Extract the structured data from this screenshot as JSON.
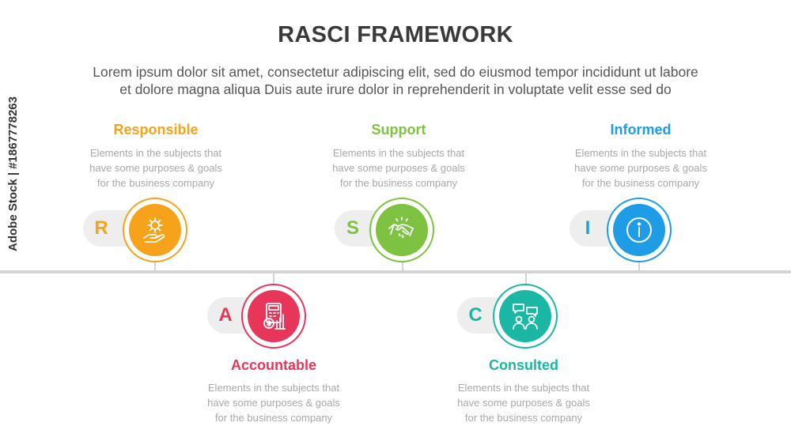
{
  "title": "RASCI FRAMEWORK",
  "subtitle_line1": "Lorem ipsum dolor sit amet, consectetur adipiscing elit, sed do eiusmod tempor incididunt ut labore",
  "subtitle_line2": "et dolore magna aliqua Duis aute irure dolor in reprehenderit in voluptate velit esse sed do",
  "watermark": "Adobe Stock | #1867778263",
  "items": [
    {
      "letter": "R",
      "title": "Responsible",
      "desc": [
        "Elements in the subjects that",
        "have  some purposes & goals",
        "for the  business company"
      ],
      "color": "#f7a21b",
      "icon": "gear-hand-icon"
    },
    {
      "letter": "A",
      "title": "Accountable",
      "desc": [
        "Elements in the subjects that",
        "have  some purposes & goals",
        "for the  business company"
      ],
      "color": "#e8365a",
      "icon": "calculator-money-icon"
    },
    {
      "letter": "S",
      "title": "Support",
      "desc": [
        "Elements in the subjects that",
        "have  some purposes & goals",
        "for the  business company"
      ],
      "color": "#7dc241",
      "icon": "handshake-icon"
    },
    {
      "letter": "C",
      "title": "Consulted",
      "desc": [
        "Elements in the subjects that",
        "have  some purposes & goals",
        "for the  business company"
      ],
      "color": "#19b7a4",
      "icon": "chat-people-icon"
    },
    {
      "letter": "I",
      "title": "Informed",
      "desc": [
        "Elements in the subjects that",
        "have  some purposes & goals",
        "for the  business company"
      ],
      "color": "#1e9de6",
      "icon": "info-icon"
    }
  ]
}
